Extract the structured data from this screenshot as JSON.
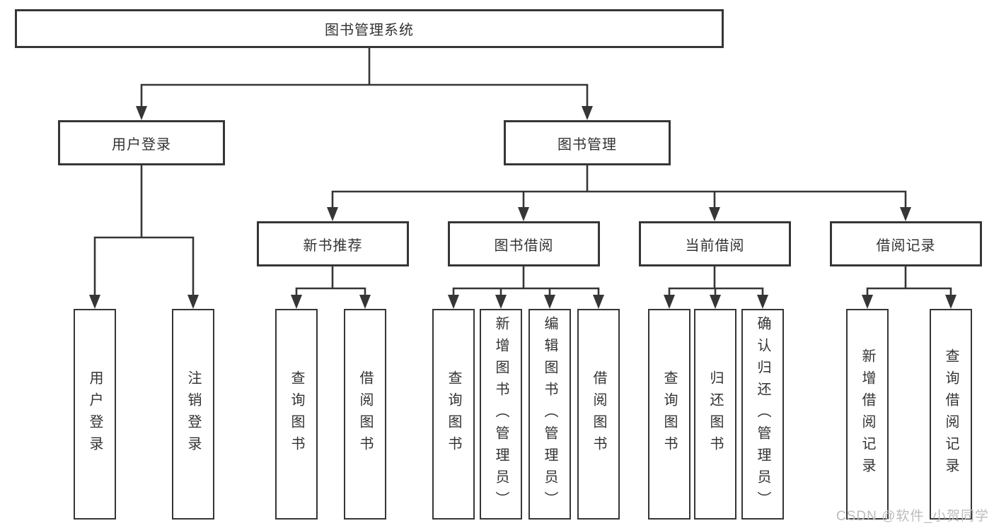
{
  "diagram": {
    "root": {
      "label": "图书管理系统"
    },
    "level2": {
      "user_login": "用户登录",
      "book_mgmt": "图书管理"
    },
    "level3": {
      "new_books": "新书推荐",
      "borrow": "图书借阅",
      "current": "当前借阅",
      "records": "借阅记录"
    },
    "leaves": {
      "login": [
        "用户登录",
        "注销登录"
      ],
      "new_books": [
        "查询图书",
        "借阅图书"
      ],
      "borrow": [
        "查询图书",
        "新增图书（管理员）",
        "编辑图书（管理员）",
        "借阅图书"
      ],
      "current": [
        "查询图书",
        "归还图书",
        "确认归还（管理员）"
      ],
      "records": [
        "新增借阅记录",
        "查询借阅记录"
      ]
    }
  },
  "watermark": "CSDN @软件_小贺同学",
  "colors": {
    "line": "#363636",
    "text": "#333333",
    "watermark": "#bcbcbc",
    "background": "#ffffff"
  }
}
